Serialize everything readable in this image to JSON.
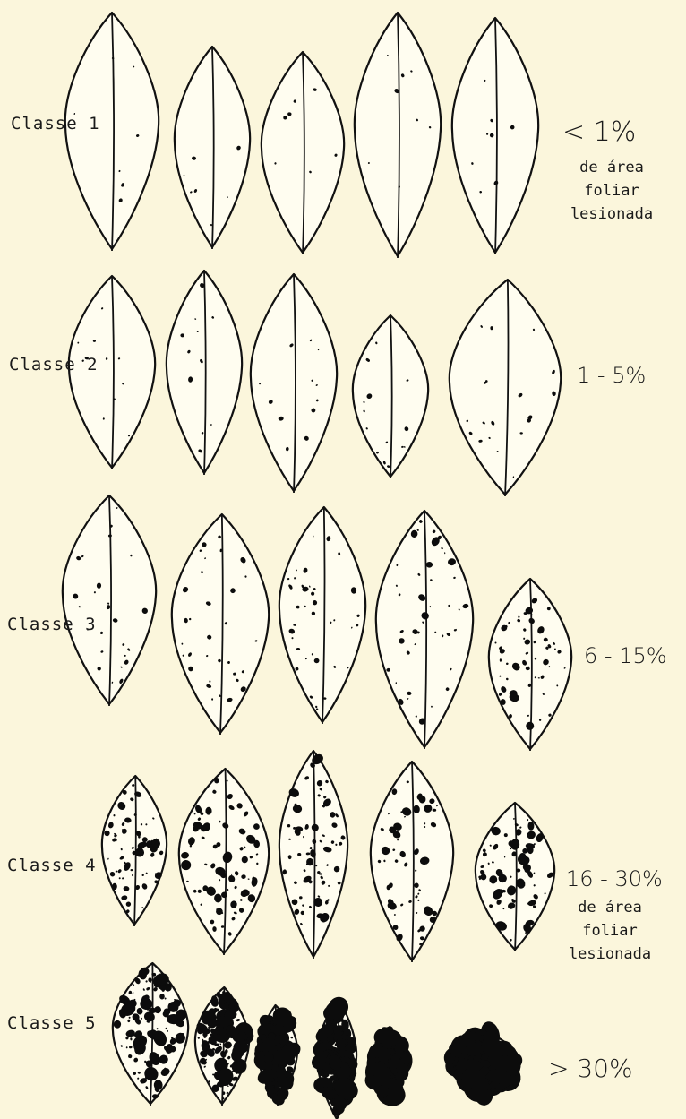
{
  "classes": [
    {
      "label": "Classe 1",
      "range": "< 1%",
      "description": [
        "de área",
        "foliar",
        "lesionada"
      ],
      "leaves": [
        {
          "severity": 0.003
        },
        {
          "severity": 0.004
        },
        {
          "severity": 0.004
        },
        {
          "severity": 0.005
        },
        {
          "severity": 0.005
        }
      ]
    },
    {
      "label": "Classe 2",
      "range": "1 - 5%",
      "description": [],
      "leaves": [
        {
          "severity": 0.015
        },
        {
          "severity": 0.015
        },
        {
          "severity": 0.02
        },
        {
          "severity": 0.025
        },
        {
          "severity": 0.04
        }
      ]
    },
    {
      "label": "Classe 3",
      "range": "6 - 15%",
      "description": [],
      "leaves": [
        {
          "severity": 0.06
        },
        {
          "severity": 0.08
        },
        {
          "severity": 0.1
        },
        {
          "severity": 0.12
        },
        {
          "severity": 0.15
        }
      ]
    },
    {
      "label": "Classe 4",
      "range": "16 - 30%",
      "description": [
        "de área",
        "foliar",
        "lesionada"
      ],
      "leaves": [
        {
          "severity": 0.18
        },
        {
          "severity": 0.22
        },
        {
          "severity": 0.2
        },
        {
          "severity": 0.16
        },
        {
          "severity": 0.22
        }
      ]
    },
    {
      "label": "Classe 5",
      "range": "> 30%",
      "description": [],
      "leaves": [
        {
          "severity": 0.35
        },
        {
          "severity": 0.4
        },
        {
          "severity": 0.55
        },
        {
          "severity": 0.6
        },
        {
          "severity": 0.7
        },
        {
          "severity": 0.85
        }
      ]
    }
  ]
}
